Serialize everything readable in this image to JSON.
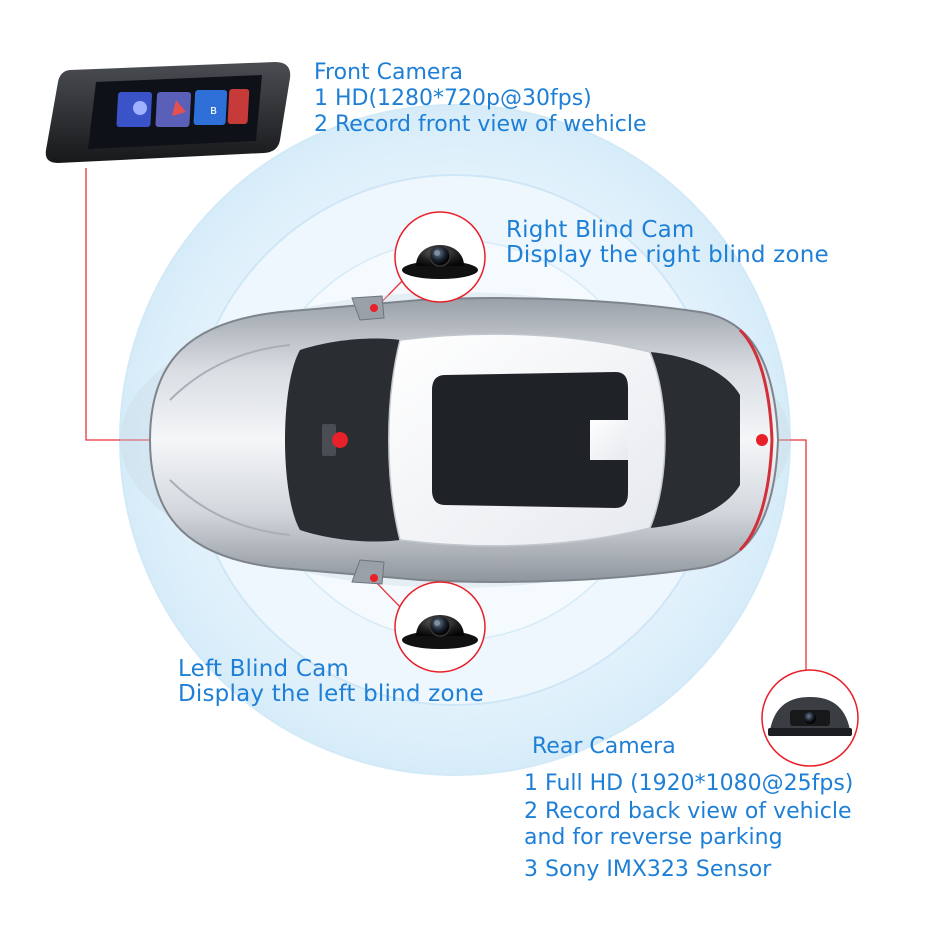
{
  "front": {
    "title": "Front Camera",
    "line1": "1 HD(1280*720p@30fps)",
    "line2": "2 Record front view of wehicle"
  },
  "right_blind": {
    "title": "Right Blind Cam",
    "desc": "Display the right blind zone"
  },
  "left_blind": {
    "title": "Left Blind Cam",
    "desc": "Display the left blind zone"
  },
  "rear": {
    "title": "Rear Camera",
    "line1": "1 Full HD (1920*1080@25fps)",
    "line2": "2 Record back view of vehicle",
    "line3": "and for reverse parking",
    "line4": "3 Sony IMX323 Sensor"
  },
  "colors": {
    "text_blue": "#1e7fd6",
    "marker_red": "#e8202a",
    "leader_red": "#e8343c",
    "zone_blue": "#cfe8f7"
  },
  "icons": [
    "dash-cam-mirror-icon",
    "car-top-view-icon",
    "blind-spot-camera-icon",
    "rear-camera-icon"
  ]
}
